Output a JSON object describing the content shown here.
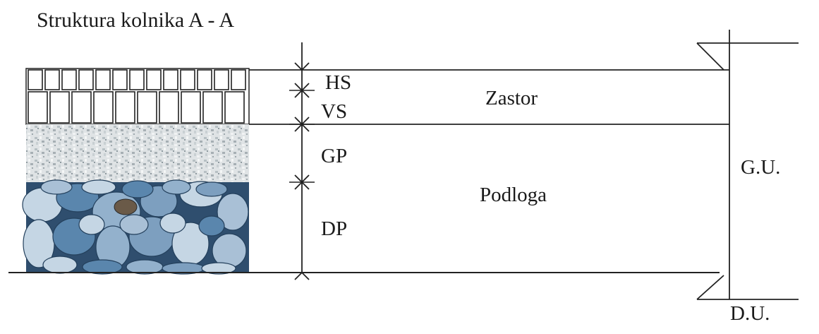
{
  "title": "Struktura kolnika A - A",
  "layers": [
    {
      "code": "HS"
    },
    {
      "code": "VS"
    },
    {
      "code": "GP"
    },
    {
      "code": "DP"
    }
  ],
  "groups": {
    "zastor": "Zastor",
    "podloga": "Podloga"
  },
  "levels": {
    "upper": "G.U.",
    "lower": "D.U."
  },
  "colors": {
    "line": "#222222",
    "gravel_light": "#e6e9ea",
    "gravel_dark": "#a9b2b6",
    "stone_blue": "#5a86ad",
    "stone_dark": "#2f4e6e",
    "stone_light": "#c5d6e4"
  }
}
